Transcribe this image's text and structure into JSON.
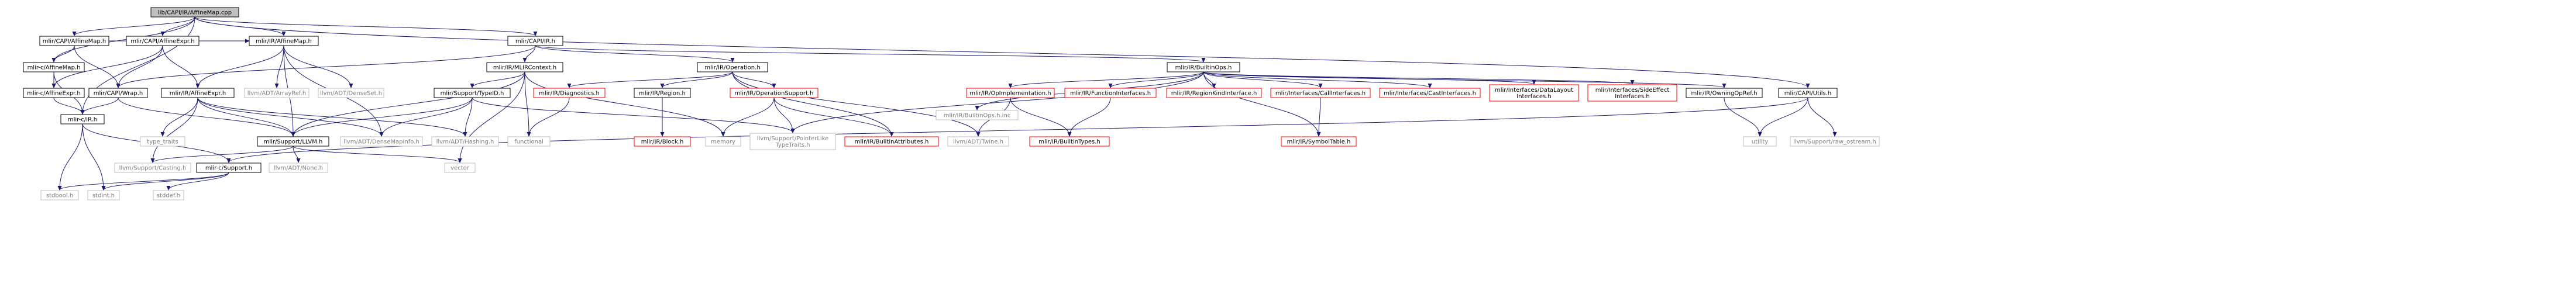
{
  "colors": {
    "edge": "#191970",
    "root_fill": "#bfbfbf",
    "root_border": "#000000",
    "normal_border": "#000000",
    "missing_border": "#ff0000",
    "system_border": "#bfbfbf",
    "text": "#000000",
    "system_text": "#7f7f7f"
  },
  "nodes": {
    "root": {
      "label": "lib/CAPI/IR/AffineMap.cpp",
      "kind": "root"
    },
    "capi_affinemap_h": {
      "label": "mlir/CAPI/AffineMap.h",
      "kind": "normal"
    },
    "capi_affineexpr_h": {
      "label": "mlir/CAPI/AffineExpr.h",
      "kind": "normal"
    },
    "ir_affinemap_h": {
      "label": "mlir/IR/AffineMap.h",
      "kind": "normal"
    },
    "capi_ir_h": {
      "label": "mlir/CAPI/IR.h",
      "kind": "normal"
    },
    "mlirc_affinemap_h": {
      "label": "mlir-c/AffineMap.h",
      "kind": "normal"
    },
    "mlirc_affineexpr_h": {
      "label": "mlir-c/AffineExpr.h",
      "kind": "normal"
    },
    "capi_wrap_h": {
      "label": "mlir/CAPI/Wrap.h",
      "kind": "normal"
    },
    "mlirc_ir_h": {
      "label": "mlir-c/IR.h",
      "kind": "normal"
    },
    "ir_affineexpr_h": {
      "label": "mlir/IR/AffineExpr.h",
      "kind": "normal"
    },
    "llvm_arrayref": {
      "label": "llvm/ADT/ArrayRef.h",
      "kind": "system"
    },
    "llvm_denseset": {
      "label": "llvm/ADT/DenseSet.h",
      "kind": "system"
    },
    "ir_mlircontext_h": {
      "label": "mlir/IR/MLIRContext.h",
      "kind": "normal"
    },
    "ir_operation_h": {
      "label": "mlir/IR/Operation.h",
      "kind": "normal"
    },
    "ir_builtinops_h": {
      "label": "mlir/IR/BuiltinOps.h",
      "kind": "normal"
    },
    "capi_utils_h": {
      "label": "mlir/CAPI/Utils.h",
      "kind": "normal"
    },
    "support_typeid_h": {
      "label": "mlir/Support/TypeID.h",
      "kind": "normal"
    },
    "ir_diagnostics_h": {
      "label": "mlir/IR/Diagnostics.h",
      "kind": "missing"
    },
    "ir_region_h": {
      "label": "mlir/IR/Region.h",
      "kind": "normal"
    },
    "ir_operationsupport_h": {
      "label": "mlir/IR/OperationSupport.h",
      "kind": "missing"
    },
    "builtinops_inc": {
      "label": "mlir/IR/BuiltinOps.h.inc",
      "kind": "system"
    },
    "ir_opimpl_h": {
      "label": "mlir/IR/OpImplementation.h",
      "kind": "missing"
    },
    "ifc_function_h": {
      "label": "mlir/IR/FunctionInterfaces.h",
      "kind": "missing"
    },
    "ir_regionkind_h": {
      "label": "mlir/IR/RegionKindInterface.h",
      "kind": "missing"
    },
    "ifc_call_h": {
      "label": "mlir/Interfaces/CallInterfaces.h",
      "kind": "missing"
    },
    "ifc_cast_h": {
      "label": "mlir/Interfaces/CastInterfaces.h",
      "kind": "missing"
    },
    "ifc_datalayout_h": {
      "label": "mlir/Interfaces/DataLayout\nInterfaces.h",
      "kind": "missing"
    },
    "ifc_sideeffect_h": {
      "label": "mlir/Interfaces/SideEffect\nInterfaces.h",
      "kind": "missing"
    },
    "ir_owningopref_h": {
      "label": "mlir/IR/OwningOpRef.h",
      "kind": "normal"
    },
    "type_traits": {
      "label": "type_traits",
      "kind": "system"
    },
    "support_llvm_h": {
      "label": "mlir/Support/LLVM.h",
      "kind": "normal"
    },
    "llvm_densemapinfo": {
      "label": "llvm/ADT/DenseMapInfo.h",
      "kind": "system"
    },
    "llvm_hashing": {
      "label": "llvm/ADT/Hashing.h",
      "kind": "system"
    },
    "functional": {
      "label": "functional",
      "kind": "system"
    },
    "ir_block_h": {
      "label": "mlir/IR/Block.h",
      "kind": "missing"
    },
    "memory": {
      "label": "memory",
      "kind": "system"
    },
    "llvm_pointerlike": {
      "label": "llvm/Support/PointerLike\nTypeTraits.h",
      "kind": "system"
    },
    "ir_builtinattr_h": {
      "label": "mlir/IR/BuiltinAttributes.h",
      "kind": "missing"
    },
    "llvm_twine": {
      "label": "llvm/ADT/Twine.h",
      "kind": "system"
    },
    "ir_builtintypes_h": {
      "label": "mlir/IR/BuiltinTypes.h",
      "kind": "missing"
    },
    "ir_symboltable_h": {
      "label": "mlir/IR/SymbolTable.h",
      "kind": "missing"
    },
    "utility": {
      "label": "utility",
      "kind": "system"
    },
    "llvm_raw_ostream": {
      "label": "llvm/Support/raw_ostream.h",
      "kind": "system"
    },
    "mlirc_support_h": {
      "label": "mlir-c/Support.h",
      "kind": "normal"
    },
    "llvm_casting": {
      "label": "llvm/Support/Casting.h",
      "kind": "system"
    },
    "llvm_none": {
      "label": "llvm/ADT/None.h",
      "kind": "system"
    },
    "vector": {
      "label": "vector",
      "kind": "system"
    },
    "stdbool": {
      "label": "stdbool.h",
      "kind": "system"
    },
    "stdint": {
      "label": "stdint.h",
      "kind": "system"
    },
    "stddef": {
      "label": "stddef.h",
      "kind": "system"
    }
  },
  "edges": [
    [
      "root",
      "capi_affinemap_h"
    ],
    [
      "root",
      "capi_affineexpr_h"
    ],
    [
      "root",
      "ir_affinemap_h"
    ],
    [
      "root",
      "capi_ir_h"
    ],
    [
      "root",
      "mlirc_affinemap_h"
    ],
    [
      "root",
      "mlirc_ir_h"
    ],
    [
      "root",
      "capi_utils_h"
    ],
    [
      "capi_affinemap_h",
      "mlirc_affinemap_h"
    ],
    [
      "capi_affinemap_h",
      "capi_wrap_h"
    ],
    [
      "capi_affinemap_h",
      "ir_affinemap_h"
    ],
    [
      "capi_affineexpr_h",
      "mlirc_affineexpr_h"
    ],
    [
      "capi_affineexpr_h",
      "capi_wrap_h"
    ],
    [
      "capi_affineexpr_h",
      "ir_affineexpr_h"
    ],
    [
      "capi_ir_h",
      "capi_wrap_h"
    ],
    [
      "capi_ir_h",
      "ir_mlircontext_h"
    ],
    [
      "capi_ir_h",
      "ir_operation_h"
    ],
    [
      "capi_ir_h",
      "ir_builtinops_h"
    ],
    [
      "mlirc_affinemap_h",
      "mlirc_affineexpr_h"
    ],
    [
      "mlirc_affinemap_h",
      "mlirc_ir_h"
    ],
    [
      "mlirc_affineexpr_h",
      "mlirc_ir_h"
    ],
    [
      "capi_wrap_h",
      "mlirc_ir_h"
    ],
    [
      "capi_wrap_h",
      "support_llvm_h"
    ],
    [
      "ir_affinemap_h",
      "ir_affineexpr_h"
    ],
    [
      "ir_affinemap_h",
      "llvm_arrayref"
    ],
    [
      "ir_affinemap_h",
      "llvm_denseset"
    ],
    [
      "ir_affinemap_h",
      "llvm_densemapinfo"
    ],
    [
      "ir_affinemap_h",
      "support_llvm_h"
    ],
    [
      "ir_affineexpr_h",
      "support_llvm_h"
    ],
    [
      "ir_affineexpr_h",
      "llvm_densemapinfo"
    ],
    [
      "ir_affineexpr_h",
      "llvm_hashing"
    ],
    [
      "ir_affineexpr_h",
      "llvm_casting"
    ],
    [
      "ir_affineexpr_h",
      "type_traits"
    ],
    [
      "mlirc_ir_h",
      "mlirc_support_h"
    ],
    [
      "mlirc_ir_h",
      "stdbool"
    ],
    [
      "mlirc_ir_h",
      "stdint"
    ],
    [
      "mlirc_support_h",
      "stdbool"
    ],
    [
      "mlirc_support_h",
      "stdint"
    ],
    [
      "mlirc_support_h",
      "stddef"
    ],
    [
      "support_llvm_h",
      "llvm_casting"
    ],
    [
      "support_llvm_h",
      "llvm_none"
    ],
    [
      "support_llvm_h",
      "vector"
    ],
    [
      "ir_mlircontext_h",
      "support_llvm_h"
    ],
    [
      "ir_mlircontext_h",
      "support_typeid_h"
    ],
    [
      "ir_mlircontext_h",
      "functional"
    ],
    [
      "ir_mlircontext_h",
      "memory"
    ],
    [
      "ir_mlircontext_h",
      "vector"
    ],
    [
      "support_typeid_h",
      "support_llvm_h"
    ],
    [
      "support_typeid_h",
      "llvm_densemapinfo"
    ],
    [
      "support_typeid_h",
      "llvm_hashing"
    ],
    [
      "support_typeid_h",
      "llvm_pointerlike"
    ],
    [
      "ir_operation_h",
      "ir_region_h"
    ],
    [
      "ir_operation_h",
      "ir_diagnostics_h"
    ],
    [
      "ir_operation_h",
      "ir_operationsupport_h"
    ],
    [
      "ir_operation_h",
      "ir_builtinattr_h"
    ],
    [
      "ir_operation_h",
      "llvm_twine"
    ],
    [
      "ir_region_h",
      "ir_block_h"
    ],
    [
      "ir_diagnostics_h",
      "functional"
    ],
    [
      "ir_operationsupport_h",
      "memory"
    ],
    [
      "ir_operationsupport_h",
      "llvm_pointerlike"
    ],
    [
      "ir_operationsupport_h",
      "ir_builtinattr_h"
    ],
    [
      "ir_builtinops_h",
      "builtinops_inc"
    ],
    [
      "ir_builtinops_h",
      "ir_opimpl_h"
    ],
    [
      "ir_builtinops_h",
      "ifc_function_h"
    ],
    [
      "ir_builtinops_h",
      "ir_regionkind_h"
    ],
    [
      "ir_builtinops_h",
      "ifc_call_h"
    ],
    [
      "ir_builtinops_h",
      "ifc_cast_h"
    ],
    [
      "ir_builtinops_h",
      "ifc_datalayout_h"
    ],
    [
      "ir_builtinops_h",
      "ifc_sideeffect_h"
    ],
    [
      "ir_builtinops_h",
      "ir_owningopref_h"
    ],
    [
      "ir_builtinops_h",
      "ir_symboltable_h"
    ],
    [
      "ir_builtinops_h",
      "llvm_pointerlike"
    ],
    [
      "ir_opimpl_h",
      "ir_builtintypes_h"
    ],
    [
      "ir_opimpl_h",
      "llvm_twine"
    ],
    [
      "ifc_function_h",
      "ir_builtintypes_h"
    ],
    [
      "ifc_call_h",
      "ir_symboltable_h"
    ],
    [
      "ir_owningopref_h",
      "utility"
    ],
    [
      "capi_utils_h",
      "mlirc_support_h"
    ],
    [
      "capi_utils_h",
      "utility"
    ],
    [
      "capi_utils_h",
      "llvm_raw_ostream"
    ]
  ]
}
